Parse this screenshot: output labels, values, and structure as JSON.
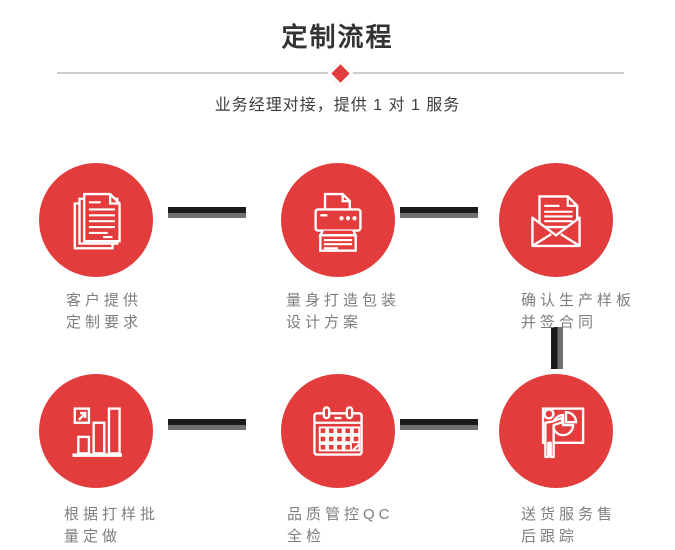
{
  "header": {
    "title": "定制流程",
    "subtitle": "业务经理对接，提供 1 对 1 服务"
  },
  "steps": [
    {
      "icon": "documents-icon",
      "label_line1": "客户提供",
      "label_line2": "定制要求"
    },
    {
      "icon": "printer-icon",
      "label_line1": "量身打造包装",
      "label_line2": "设计方案"
    },
    {
      "icon": "envelope-icon",
      "label_line1": "确认生产样板",
      "label_line2": "并签合同"
    },
    {
      "icon": "bar-chart-icon",
      "label_line1": "根据打样批",
      "label_line2": "量定做"
    },
    {
      "icon": "calendar-icon",
      "label_line1": "品质管控QC",
      "label_line2": "全检"
    },
    {
      "icon": "presentation-icon",
      "label_line1": "送货服务售",
      "label_line2": "后跟踪"
    }
  ],
  "colors": {
    "accent_red": "#e23c3c",
    "connector_dark": "#1a1a1a",
    "connector_gray": "#6f6f6f",
    "divider_gray": "#cccccc",
    "title_color": "#333333",
    "label_color": "#7e7e7e"
  }
}
